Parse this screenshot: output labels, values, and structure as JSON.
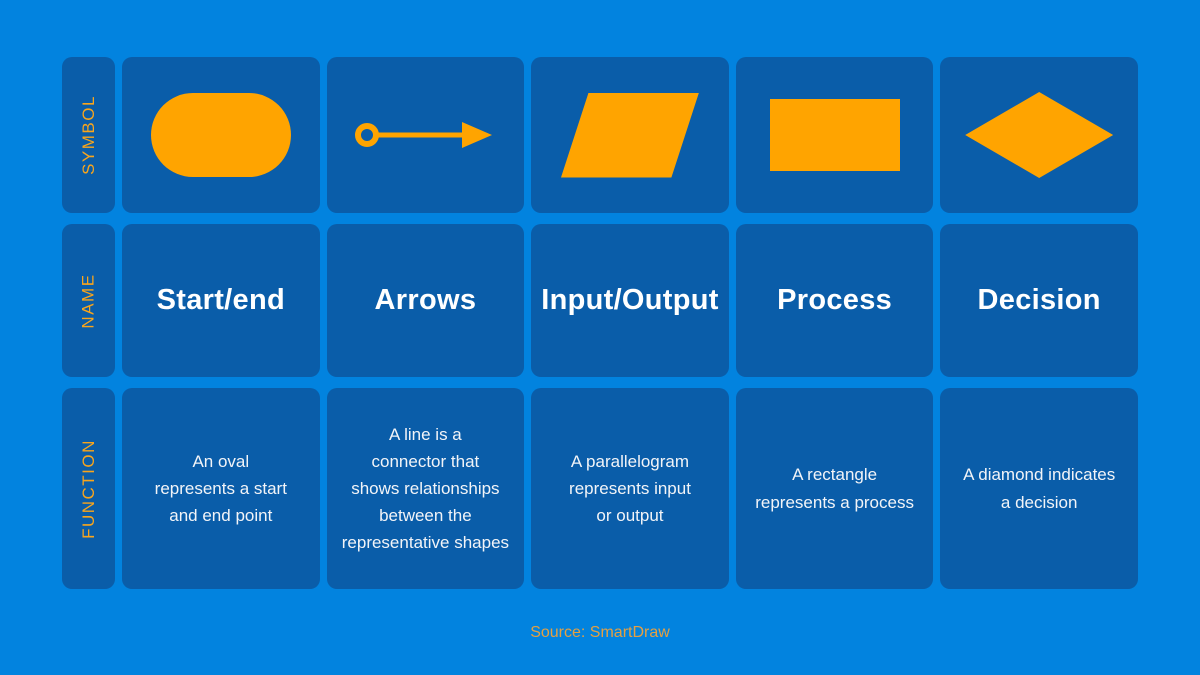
{
  "page": {
    "background_color": "#0283DF",
    "cell_color": "#0A5DA9",
    "symbol_color": "#FFA400",
    "label_color": "#F9A51C",
    "source_text": "Source: SmartDraw"
  },
  "table": {
    "row_headers": {
      "symbol": "SYMBOL",
      "name": "NAME",
      "function": "FUNCTION"
    },
    "columns": [
      {
        "symbol_icon": "oval-icon",
        "name": "Start/end",
        "function": "An oval\nrepresents a start\nand end point"
      },
      {
        "symbol_icon": "arrow-icon",
        "name": "Arrows",
        "function": "A line is a\nconnector that\nshows relationships\nbetween the\nrepresentative shapes"
      },
      {
        "symbol_icon": "parallelogram-icon",
        "name": "Input/Output",
        "function": "A parallelogram\nrepresents input\nor output"
      },
      {
        "symbol_icon": "rectangle-icon",
        "name": "Process",
        "function": "A rectangle\nrepresents a process"
      },
      {
        "symbol_icon": "diamond-icon",
        "name": "Decision",
        "function": "A diamond indicates\na decision"
      }
    ]
  }
}
